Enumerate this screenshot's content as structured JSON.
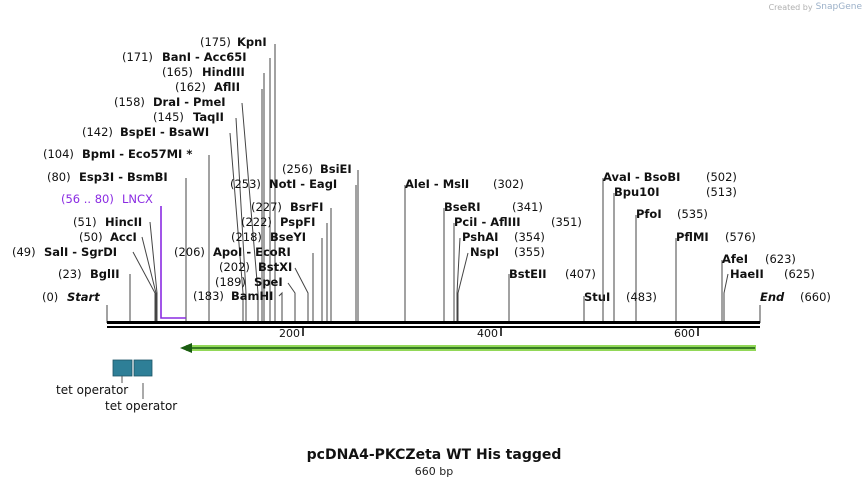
{
  "credit": {
    "prefix": "Created by",
    "brand": "SnapGene"
  },
  "map": {
    "title": "pcDNA4-PKCZeta WT His tagged",
    "length_label": "660 bp",
    "ruler": [
      "200",
      "400",
      "600"
    ],
    "sites": [
      {
        "pos": "(175)",
        "names": [
          "KpnI"
        ]
      },
      {
        "pos": "(171)",
        "names": [
          "BanI",
          "Acc65I"
        ]
      },
      {
        "pos": "(165)",
        "names": [
          "HindIII"
        ]
      },
      {
        "pos": "(162)",
        "names": [
          "AflII"
        ]
      },
      {
        "pos": "(158)",
        "names": [
          "DraI",
          "PmeI"
        ]
      },
      {
        "pos": "(145)",
        "names": [
          "TaqII"
        ]
      },
      {
        "pos": "(142)",
        "names": [
          "BspEI",
          "BsaWI"
        ]
      },
      {
        "pos": "(104)",
        "names": [
          "BpmI",
          "Eco57MI *"
        ]
      },
      {
        "pos": "(80)",
        "names": [
          "Esp3I",
          "BsmBI"
        ]
      },
      {
        "pos": "(51)",
        "names": [
          "HincII"
        ]
      },
      {
        "pos": "(50)",
        "names": [
          "AccI"
        ]
      },
      {
        "pos": "(49)",
        "names": [
          "SalI",
          "SgrDI"
        ]
      },
      {
        "pos": "(23)",
        "names": [
          "BglII"
        ]
      },
      {
        "pos": "(0)",
        "names": [
          "Start"
        ]
      },
      {
        "pos": "(256)",
        "names": [
          "BsiEI"
        ]
      },
      {
        "pos": "(253)",
        "names": [
          "NotI",
          "EagI"
        ]
      },
      {
        "pos": "(227)",
        "names": [
          "BsrFI"
        ]
      },
      {
        "pos": "(222)",
        "names": [
          "PspFI"
        ]
      },
      {
        "pos": "(218)",
        "names": [
          "BseYI"
        ]
      },
      {
        "pos": "(206)",
        "names": [
          "ApoI",
          "EcoRI"
        ]
      },
      {
        "pos": "(202)",
        "names": [
          "BstXI"
        ]
      },
      {
        "pos": "(189)",
        "names": [
          "SpeI"
        ]
      },
      {
        "pos": "(183)",
        "names": [
          "BamHI"
        ]
      },
      {
        "pos": "(302)",
        "names": [
          "AleI",
          "MslI"
        ]
      },
      {
        "pos": "(341)",
        "names": [
          "BseRI"
        ]
      },
      {
        "pos": "(351)",
        "names": [
          "PciI",
          "AflIII"
        ]
      },
      {
        "pos": "(354)",
        "names": [
          "PshAI"
        ]
      },
      {
        "pos": "(355)",
        "names": [
          "NspI"
        ]
      },
      {
        "pos": "(407)",
        "names": [
          "BstEII"
        ]
      },
      {
        "pos": "(483)",
        "names": [
          "StuI"
        ]
      },
      {
        "pos": "(502)",
        "names": [
          "AvaI",
          "BsoBI"
        ]
      },
      {
        "pos": "(513)",
        "names": [
          "Bpu10I"
        ]
      },
      {
        "pos": "(535)",
        "names": [
          "PfoI"
        ]
      },
      {
        "pos": "(576)",
        "names": [
          "PflMI"
        ]
      },
      {
        "pos": "(623)",
        "names": [
          "AfeI"
        ]
      },
      {
        "pos": "(625)",
        "names": [
          "HaeII"
        ]
      },
      {
        "pos": "(660)",
        "names": [
          "End"
        ]
      }
    ],
    "feature_label": {
      "range": "(56 .. 80)",
      "name": "LNCX"
    },
    "operators": [
      "tet operator",
      "tet operator"
    ],
    "colors": {
      "feature": "#8a2be2",
      "arrow_fill": "#7fd13b",
      "arrow_stroke": "#1a5c12",
      "operator": "#2e7f97",
      "backbone": "#000000"
    }
  }
}
